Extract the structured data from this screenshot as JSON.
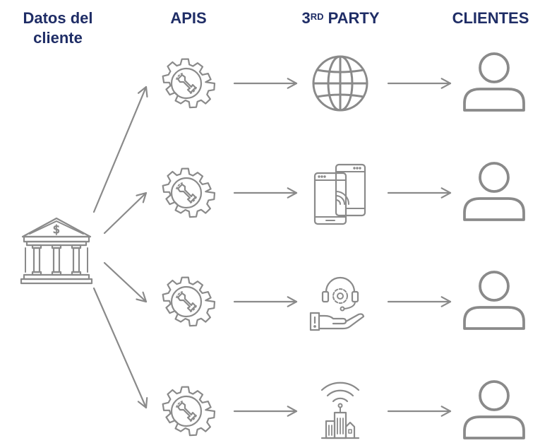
{
  "headers": {
    "source_line1": "Datos del",
    "source_line2": "cliente",
    "apis": "APIS",
    "third_party_num": "3",
    "third_party_sup": "RD",
    "third_party_word": "PARTY",
    "clients": "CLIENTES"
  },
  "colors": {
    "header_text": "#1f2d66",
    "icon_stroke": "#8a8a8a"
  },
  "nodes": {
    "source": "bank-icon",
    "apis": [
      "gear-wrench-icon",
      "gear-wrench-icon",
      "gear-wrench-icon",
      "gear-wrench-icon"
    ],
    "third_party": [
      "globe-icon",
      "mobile-devices-icon",
      "support-hand-icon",
      "smart-city-wifi-icon"
    ],
    "clients": [
      "user-icon",
      "user-icon",
      "user-icon",
      "user-icon"
    ]
  }
}
